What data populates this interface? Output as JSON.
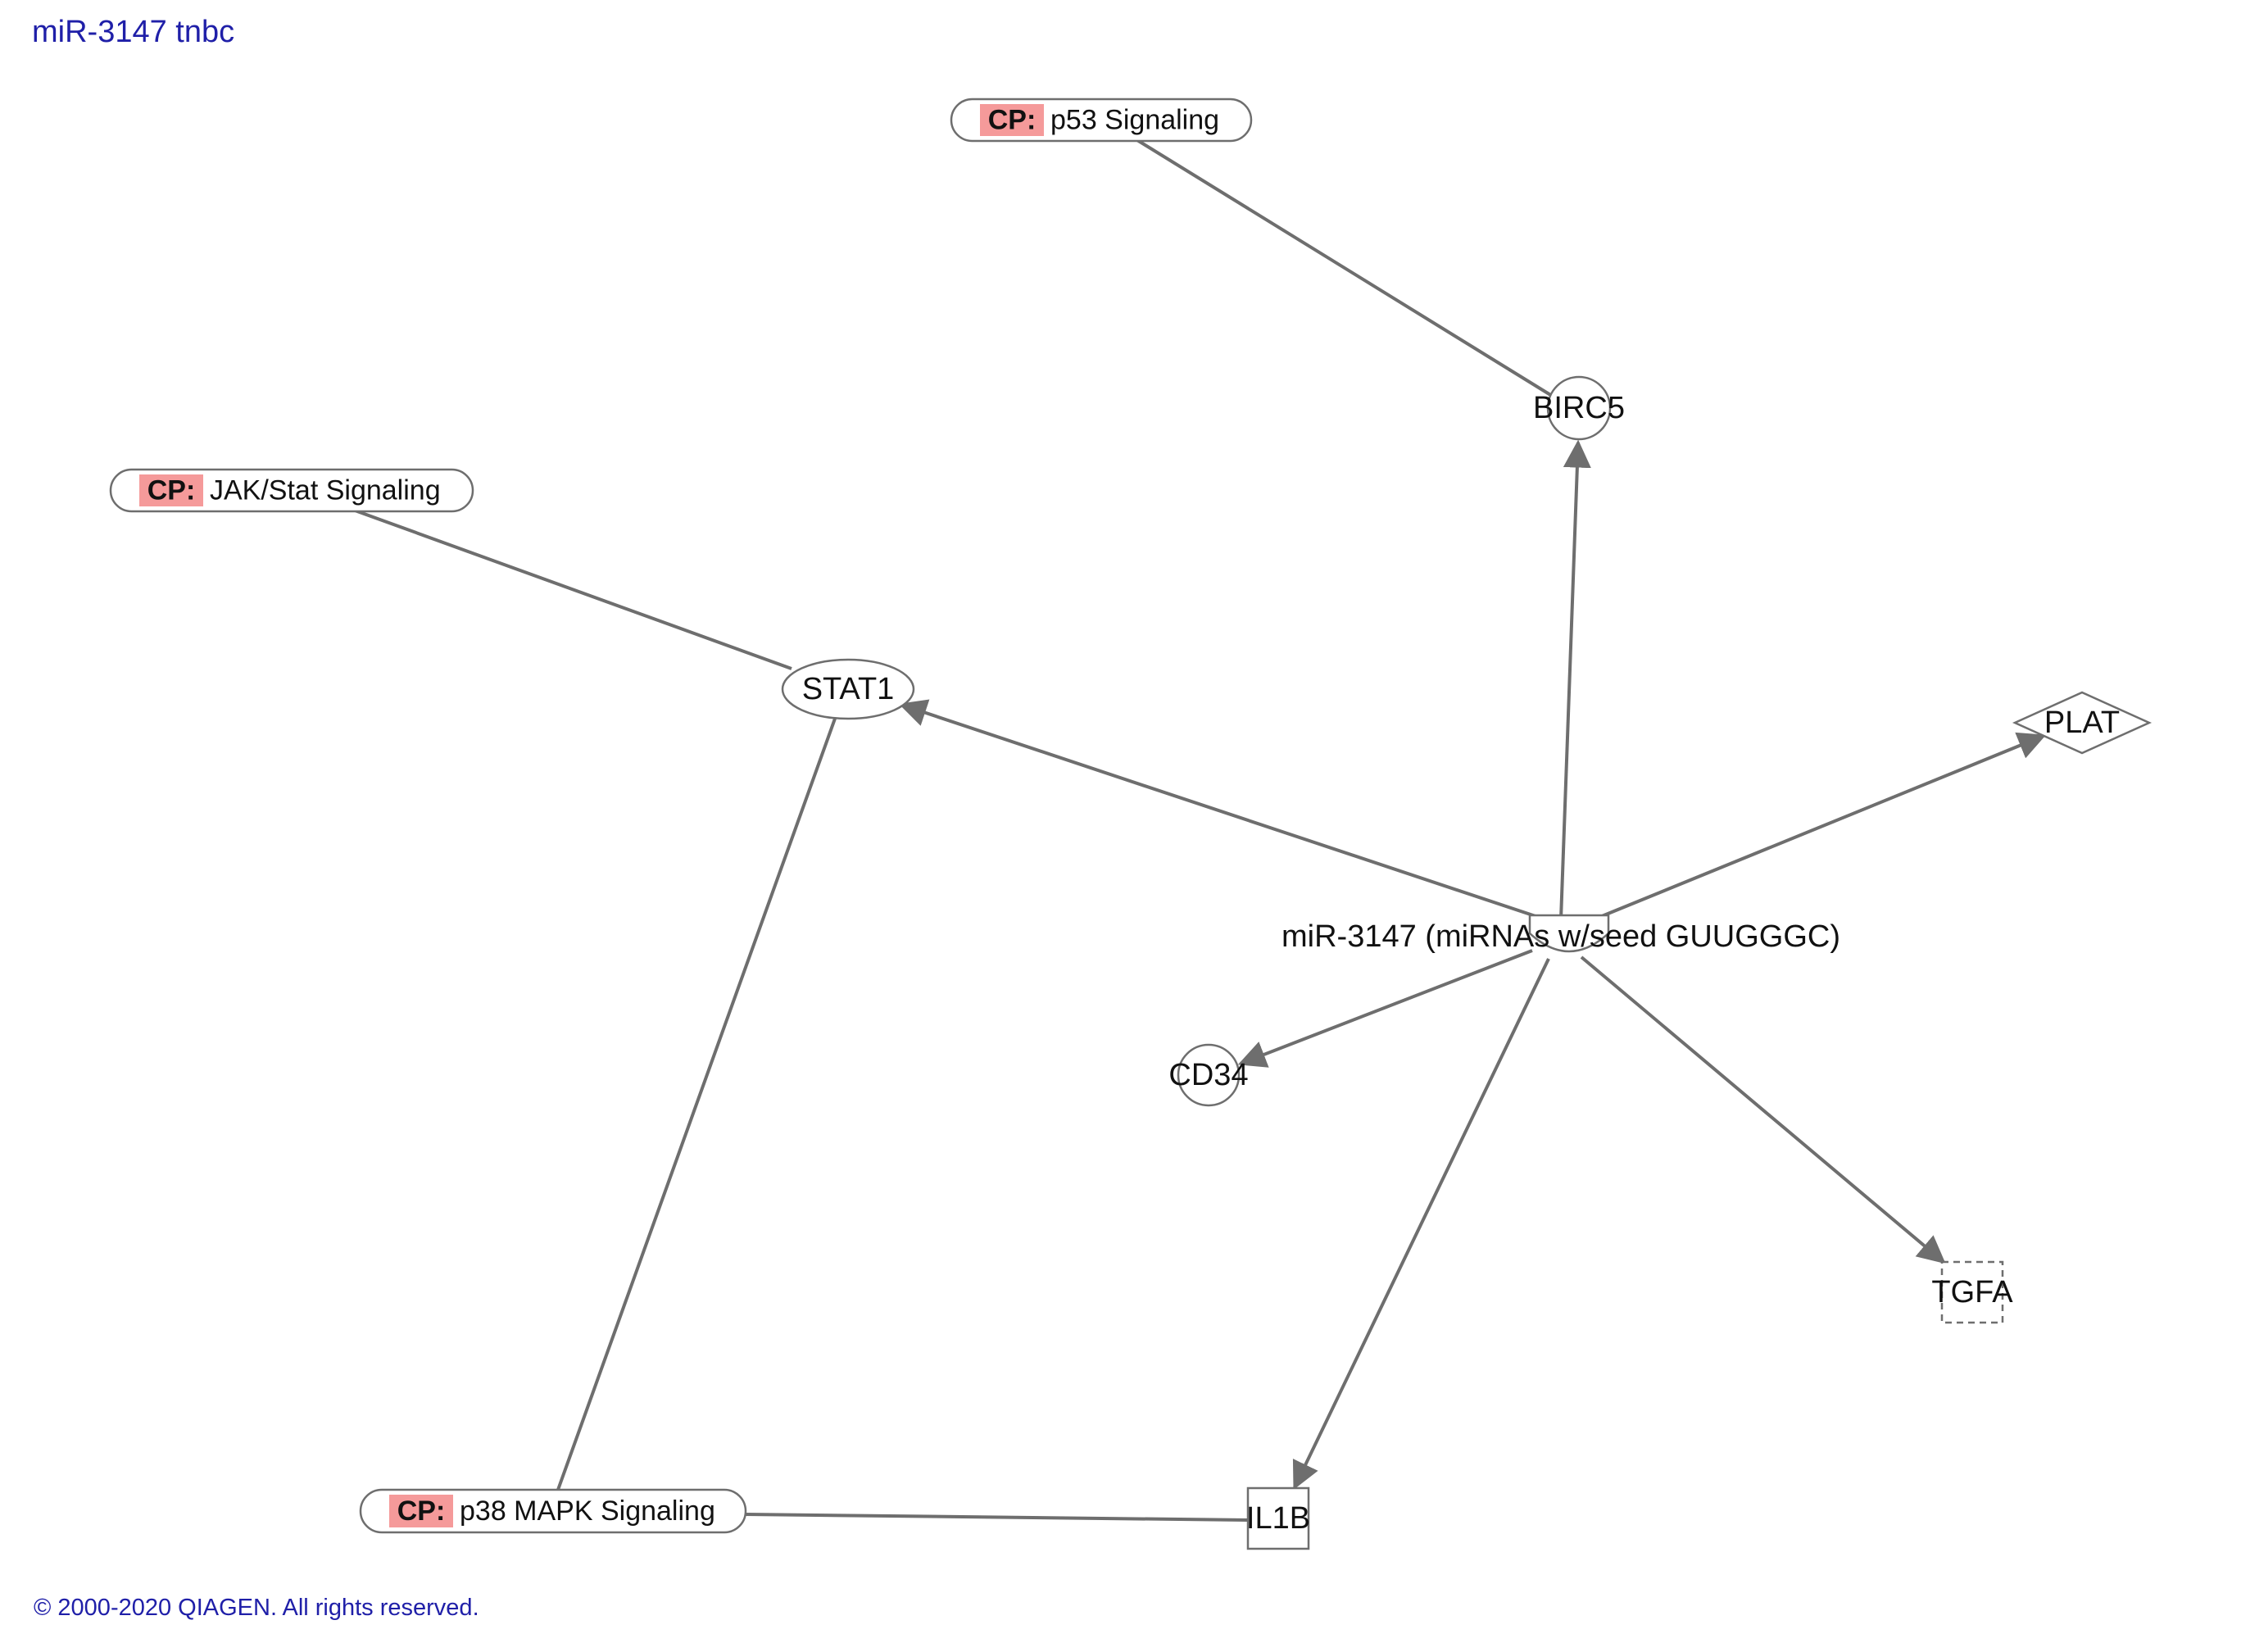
{
  "title": "miR-3147 tnbc",
  "copyright": "© 2000-2020 QIAGEN. All rights reserved.",
  "colors": {
    "title_text": "#1f1fa8",
    "edge": "#6e6e6e",
    "node_stroke": "#6e6e6e",
    "cp_badge": "#f59a9a"
  },
  "pathways": [
    {
      "id": "p53",
      "prefix": "CP:",
      "label": "p53 Signaling"
    },
    {
      "id": "jak",
      "prefix": "CP:",
      "label": "JAK/Stat Signaling"
    },
    {
      "id": "p38",
      "prefix": "CP:",
      "label": "p38 MAPK Signaling"
    }
  ],
  "nodes": [
    {
      "id": "mir",
      "label": "miR-3147 (miRNAs w/seed GUUGGGC)",
      "shape": "half-ellipse"
    },
    {
      "id": "birc5",
      "label": "BIRC5",
      "shape": "circle"
    },
    {
      "id": "stat1",
      "label": "STAT1",
      "shape": "ellipse"
    },
    {
      "id": "plat",
      "label": "PLAT",
      "shape": "diamond"
    },
    {
      "id": "cd34",
      "label": "CD34",
      "shape": "circle"
    },
    {
      "id": "tgfa",
      "label": "TGFA",
      "shape": "dashed-square"
    },
    {
      "id": "il1b",
      "label": "IL1B",
      "shape": "square"
    }
  ],
  "edges": [
    {
      "from": "mir",
      "to": "birc5",
      "arrow": true
    },
    {
      "from": "mir",
      "to": "stat1",
      "arrow": true
    },
    {
      "from": "mir",
      "to": "plat",
      "arrow": true
    },
    {
      "from": "mir",
      "to": "cd34",
      "arrow": true
    },
    {
      "from": "mir",
      "to": "tgfa",
      "arrow": true
    },
    {
      "from": "mir",
      "to": "il1b",
      "arrow": true
    },
    {
      "from": "p53",
      "to": "birc5",
      "arrow": false
    },
    {
      "from": "jak",
      "to": "stat1",
      "arrow": false
    },
    {
      "from": "p38",
      "to": "stat1",
      "arrow": false
    },
    {
      "from": "p38",
      "to": "il1b",
      "arrow": false
    }
  ]
}
